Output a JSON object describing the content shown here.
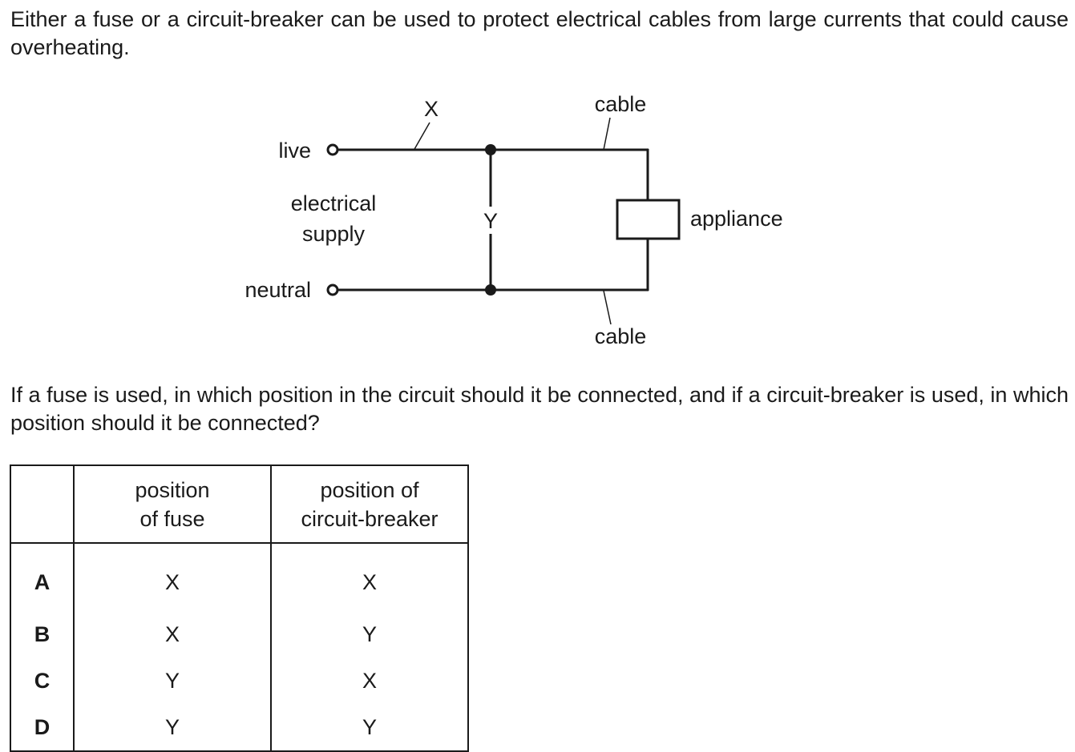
{
  "intro_text": "Either a fuse or a circuit-breaker can be used to protect electrical cables from large currents that could cause overheating.",
  "diagram": {
    "label_x": "X",
    "label_y": "Y",
    "label_live": "live",
    "label_neutral": "neutral",
    "label_supply_line1": "electrical",
    "label_supply_line2": "supply",
    "label_cable_top": "cable",
    "label_cable_bottom": "cable",
    "label_appliance": "appliance"
  },
  "question_text": "If a fuse is used, in which position in the circuit should it be connected, and if a circuit-breaker is used, in which position should it be connected?",
  "table": {
    "header_key": "",
    "header_fuse_line1": "position",
    "header_fuse_line2": "of fuse",
    "header_cb_line1": "position of",
    "header_cb_line2": "circuit-breaker",
    "rows": [
      {
        "key": "A",
        "fuse": "X",
        "breaker": "X"
      },
      {
        "key": "B",
        "fuse": "X",
        "breaker": "Y"
      },
      {
        "key": "C",
        "fuse": "Y",
        "breaker": "X"
      },
      {
        "key": "D",
        "fuse": "Y",
        "breaker": "Y"
      }
    ]
  }
}
